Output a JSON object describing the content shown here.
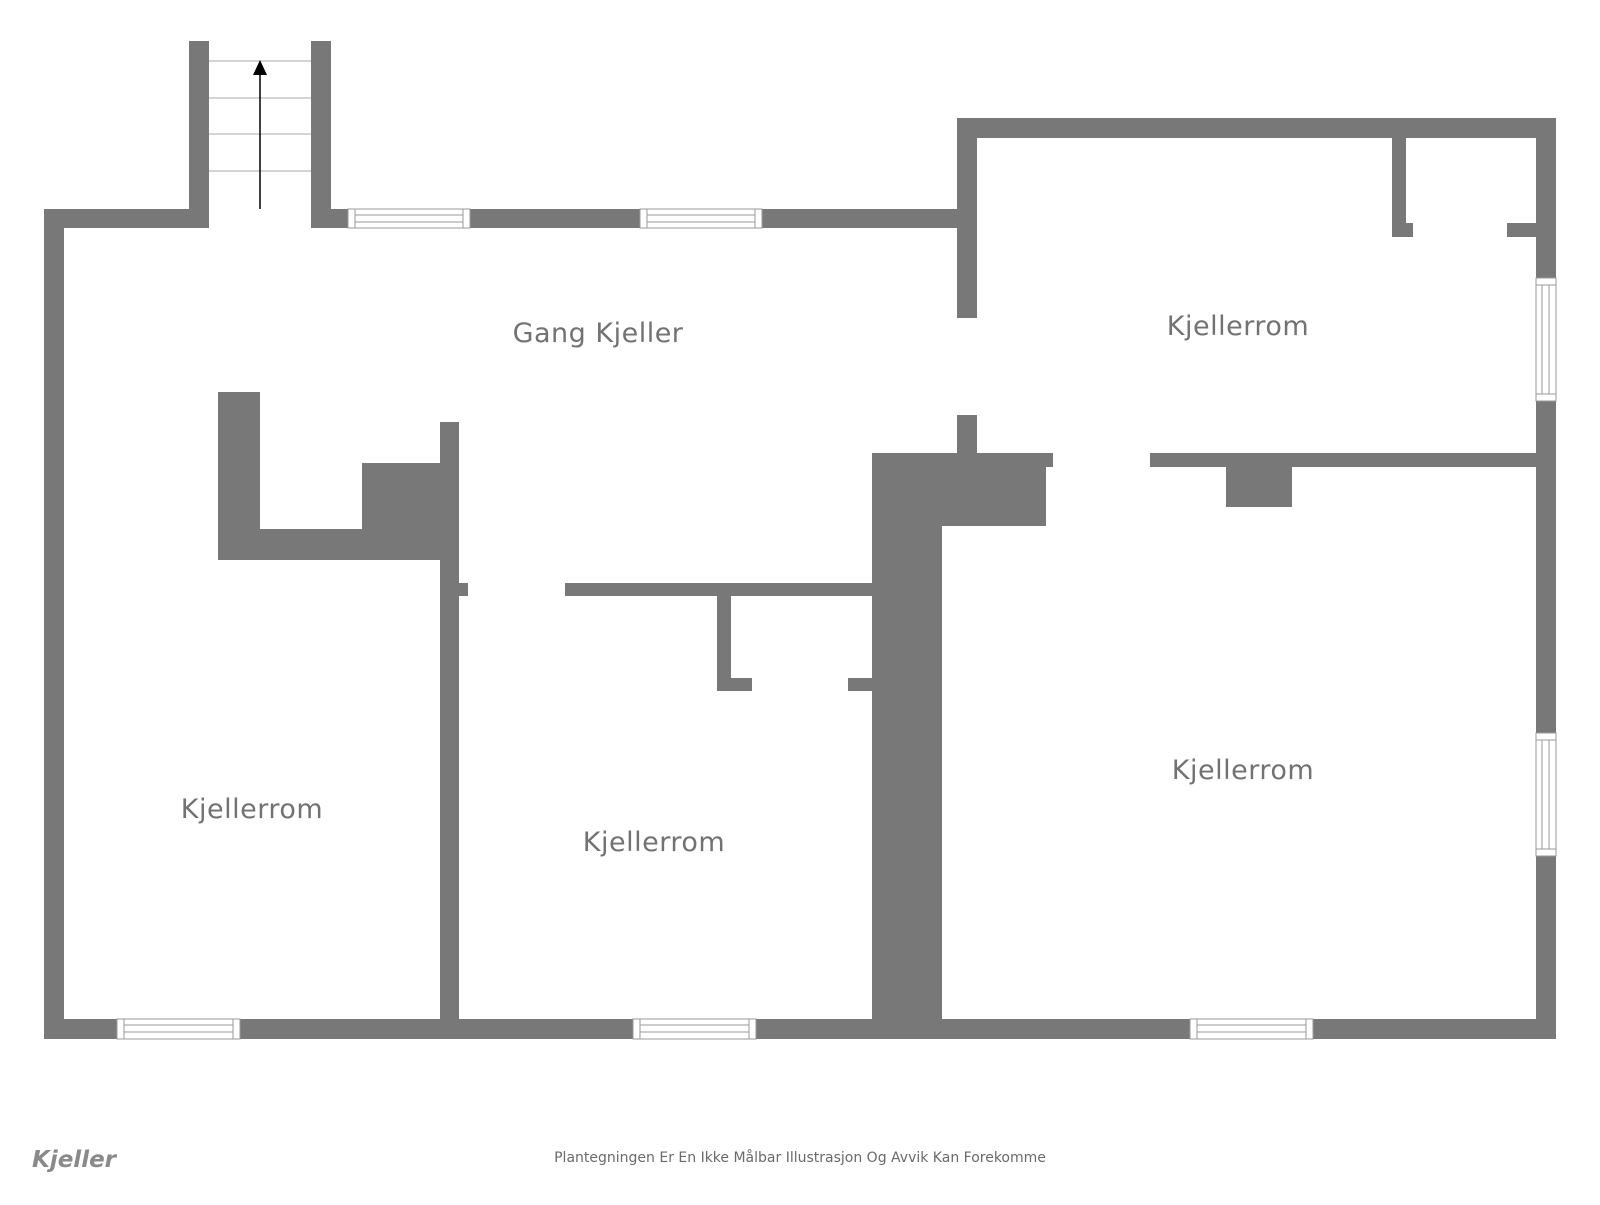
{
  "colors": {
    "wall": "#787878",
    "opening": "#ffffff",
    "text": "#727272",
    "arrow": "#000000"
  },
  "rooms": [
    {
      "name": "Gang Kjeller"
    },
    {
      "name": "Kjellerrom"
    },
    {
      "name": "Kjellerrom"
    },
    {
      "name": "Kjellerrom"
    },
    {
      "name": "Kjellerrom"
    }
  ],
  "floor_name": "Kjeller",
  "disclaimer": "Plantegningen Er En Ikke Målbar Illustrasjon Og Avvik Kan Forekomme"
}
